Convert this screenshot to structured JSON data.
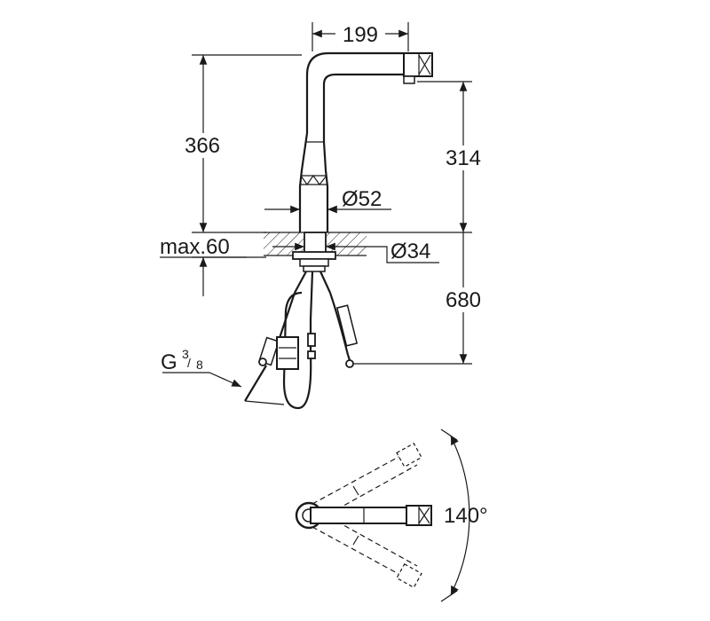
{
  "dimensions": {
    "spout_reach": "199",
    "total_height": "366",
    "spout_height": "314",
    "body_diameter": "Ø52",
    "hole_diameter": "Ø34",
    "max_deck_thickness": "max.60",
    "hose_length": "680",
    "connection_thread": "G",
    "thread_num": "3",
    "thread_den": "8",
    "swivel_angle": "140°"
  },
  "colors": {
    "line": "#1a1a1a",
    "background": "#ffffff"
  }
}
